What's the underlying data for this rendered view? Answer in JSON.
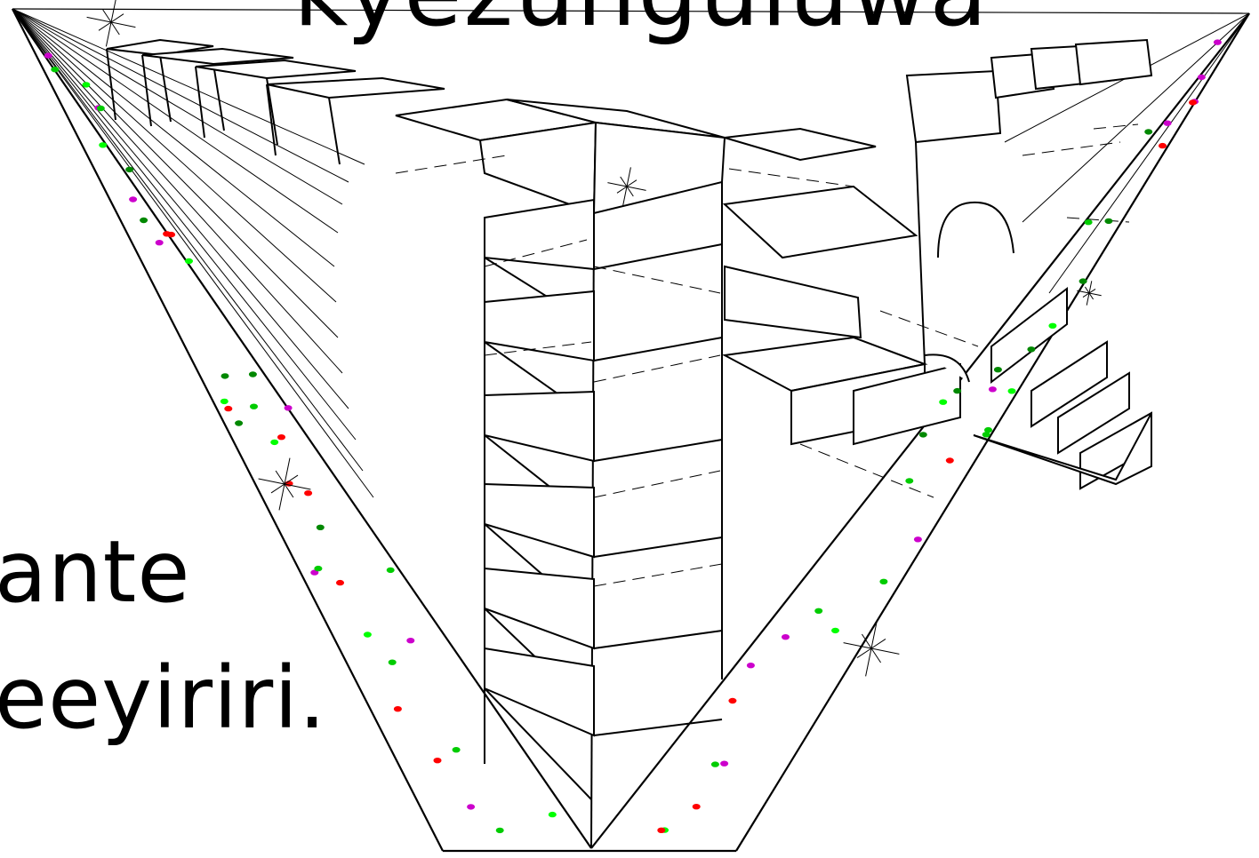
{
  "title": "kyezunguluwa",
  "caption_lines": [
    "ante",
    "eeyiriri."
  ],
  "colors": {
    "ink": "#000000",
    "background": "#ffffff",
    "confetti": [
      "#ff0000",
      "#00cc00",
      "#cc00cc",
      "#008800",
      "#00ff00"
    ]
  },
  "icons": [
    "sparkle-star-icon"
  ]
}
